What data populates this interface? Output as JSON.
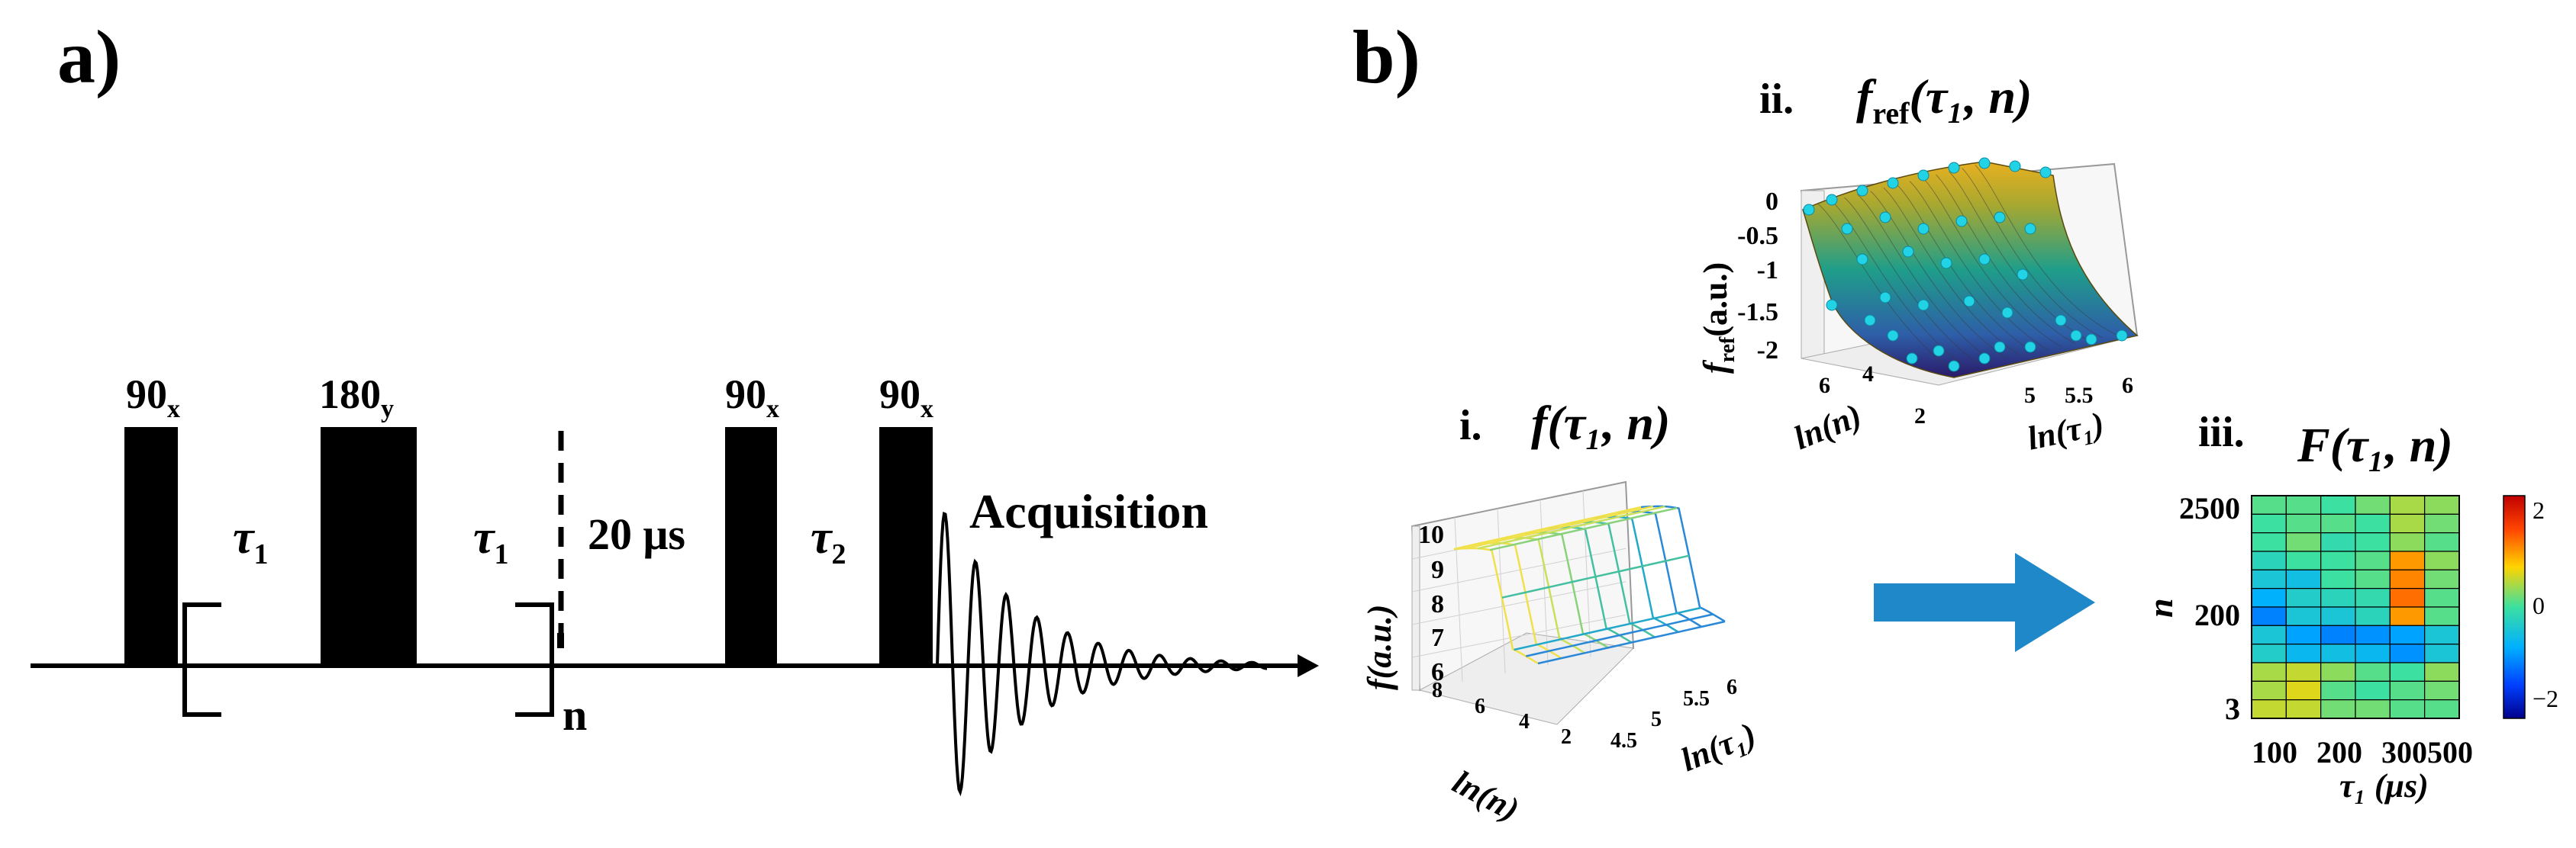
{
  "panel_a": {
    "label": "a)",
    "pulses": [
      {
        "angle": "90",
        "phase": "x"
      },
      {
        "angle": "180",
        "phase": "y"
      },
      {
        "angle": "90",
        "phase": "x"
      },
      {
        "angle": "90",
        "phase": "x"
      }
    ],
    "delays": [
      {
        "sym": "τ",
        "sub": "1"
      },
      {
        "sym": "τ",
        "sub": "1"
      },
      {
        "sym": "τ",
        "sub": "2"
      }
    ],
    "fixed_delay": "20 μs",
    "repeat_label": "n",
    "acquisition_label": "Acquisition"
  },
  "panel_b": {
    "label": "b)",
    "arrow_color": "#1e88c8",
    "sub_i": {
      "roman": "i.",
      "fn": "f",
      "args": "(τ₁, n)",
      "zlabel": "f(a.u.)",
      "z_ticks": [
        "10",
        "9",
        "8",
        "7",
        "6"
      ],
      "n_ticks": [
        "8",
        "6",
        "4",
        "2"
      ],
      "tau_ticks": [
        "4.5",
        "5",
        "5.5",
        "6"
      ],
      "xlabel": "ln(n)",
      "ylabel": "ln(τ₁)"
    },
    "sub_ii": {
      "roman": "ii.",
      "fn": "f",
      "fn_sub": "ref",
      "args": "(τ₁, n)",
      "zlabel": "f_ref(a.u.)",
      "z_ticks": [
        "0",
        "-0.5",
        "-1",
        "-1.5",
        "-2"
      ],
      "n_ticks": [
        "6",
        "4",
        "2"
      ],
      "tau_ticks": [
        "5",
        "5.5",
        "6"
      ],
      "xlabel": "ln(n)",
      "ylabel": "ln(τ₁)",
      "point_color": "#22d3e6"
    },
    "sub_iii": {
      "roman": "iii.",
      "fn": "F",
      "args": "(τ₁, n)",
      "ylabel": "n",
      "xlabel": "τ₁ (μs)",
      "y_ticks": [
        "2500",
        "200",
        "3"
      ],
      "x_ticks": [
        "100",
        "200",
        "300",
        "500"
      ],
      "colorbar_ticks": [
        "2",
        "0",
        "−2"
      ]
    }
  },
  "chart_data": [
    {
      "type": "heatmap",
      "title": "F(τ1, n)",
      "xlabel": "τ1 (μs)",
      "ylabel": "n",
      "x_ticks": [
        "100",
        "200",
        "300",
        "500"
      ],
      "y_ticks": [
        "2500",
        "200",
        "3"
      ],
      "colorbar_range": [
        -2,
        2
      ],
      "rows": 12,
      "cols": 6,
      "values": [
        [
          0.1,
          0.1,
          0.0,
          0.2,
          0.4,
          0.3
        ],
        [
          0.0,
          0.1,
          0.1,
          0.0,
          0.4,
          0.2
        ],
        [
          0.0,
          0.2,
          -0.1,
          0.0,
          0.3,
          0.1
        ],
        [
          -0.2,
          0.0,
          0.0,
          0.1,
          1.0,
          0.3
        ],
        [
          -0.4,
          -0.5,
          0.0,
          0.1,
          1.1,
          0.2
        ],
        [
          -0.7,
          -0.3,
          -0.2,
          -0.1,
          1.2,
          0.1
        ],
        [
          -1.0,
          -0.4,
          -0.4,
          -0.2,
          1.0,
          0.1
        ],
        [
          -0.4,
          -0.8,
          -1.0,
          -0.9,
          -0.8,
          -0.4
        ],
        [
          -0.3,
          -0.6,
          -0.5,
          -0.6,
          -0.9,
          -0.4
        ],
        [
          0.4,
          0.5,
          0.3,
          0.1,
          0.0,
          0.3
        ],
        [
          0.4,
          0.6,
          0.1,
          0.0,
          0.1,
          0.2
        ],
        [
          0.5,
          0.5,
          0.2,
          0.2,
          0.1,
          0.1
        ]
      ]
    }
  ]
}
